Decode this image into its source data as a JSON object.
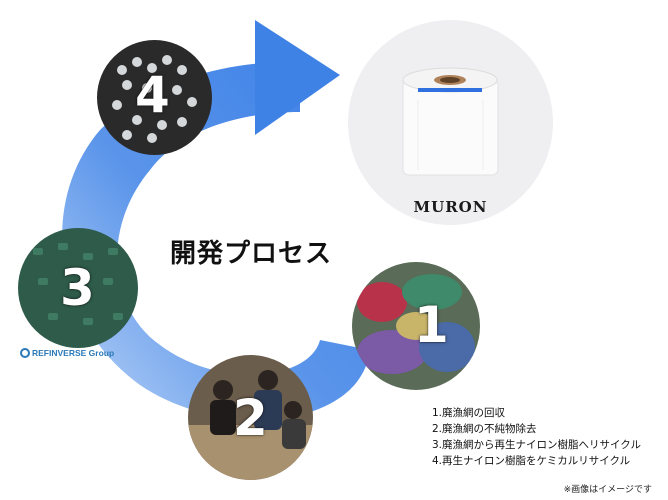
{
  "diagram": {
    "title": "開発プロセス",
    "steps": [
      {
        "number": "1",
        "text": "1.廃漁網の回収"
      },
      {
        "number": "2",
        "text": "2.廃漁網の不純物除去"
      },
      {
        "number": "3",
        "text": "3.廃漁網から再生ナイロン樹脂へリサイクル"
      },
      {
        "number": "4",
        "text": "4.再生ナイロン樹脂をケミカルリサイクル"
      }
    ],
    "product_brand": "MURON",
    "partner_logo": "REFINVERSE Group",
    "note": "※画像はイメージです",
    "colors": {
      "arrow": "#3f82e6",
      "arrow_light": "#a9c9f5"
    }
  }
}
